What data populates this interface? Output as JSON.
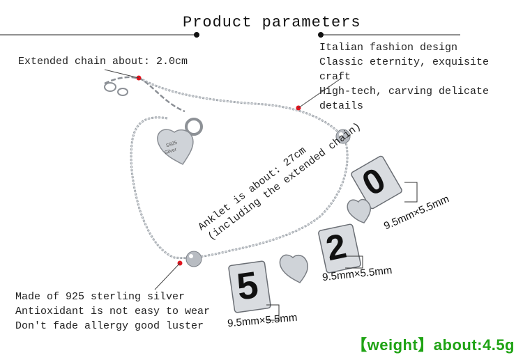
{
  "header": {
    "title": "Product parameters"
  },
  "labels": {
    "extended_chain": "Extended chain about: 2.0cm",
    "features": [
      "Italian fashion design",
      "Classic eternity, exquisite craft",
      "High-tech, carving delicate details"
    ],
    "anklet_length": "Anklet is about: 27cm",
    "anklet_note": "(including the extended chain)",
    "material": [
      "Made of 925 sterling silver",
      "Antioxidant is not easy to wear",
      "Don't fade allergy good luster"
    ],
    "dim_0": "9.5mm×5.5mm",
    "dim_2": "9.5mm×5.5mm",
    "dim_5": "9.5mm×5.5mm",
    "weight": "【weight】about:4.5g"
  },
  "charms": {
    "digit_5": "5",
    "digit_2": "2",
    "digit_0": "0"
  },
  "tag": {
    "line1": "S925",
    "line2": "Silver"
  },
  "colors": {
    "accent_dot": "#e0141e",
    "weight_text": "#1fa314",
    "silver": "#b8bcc2"
  }
}
